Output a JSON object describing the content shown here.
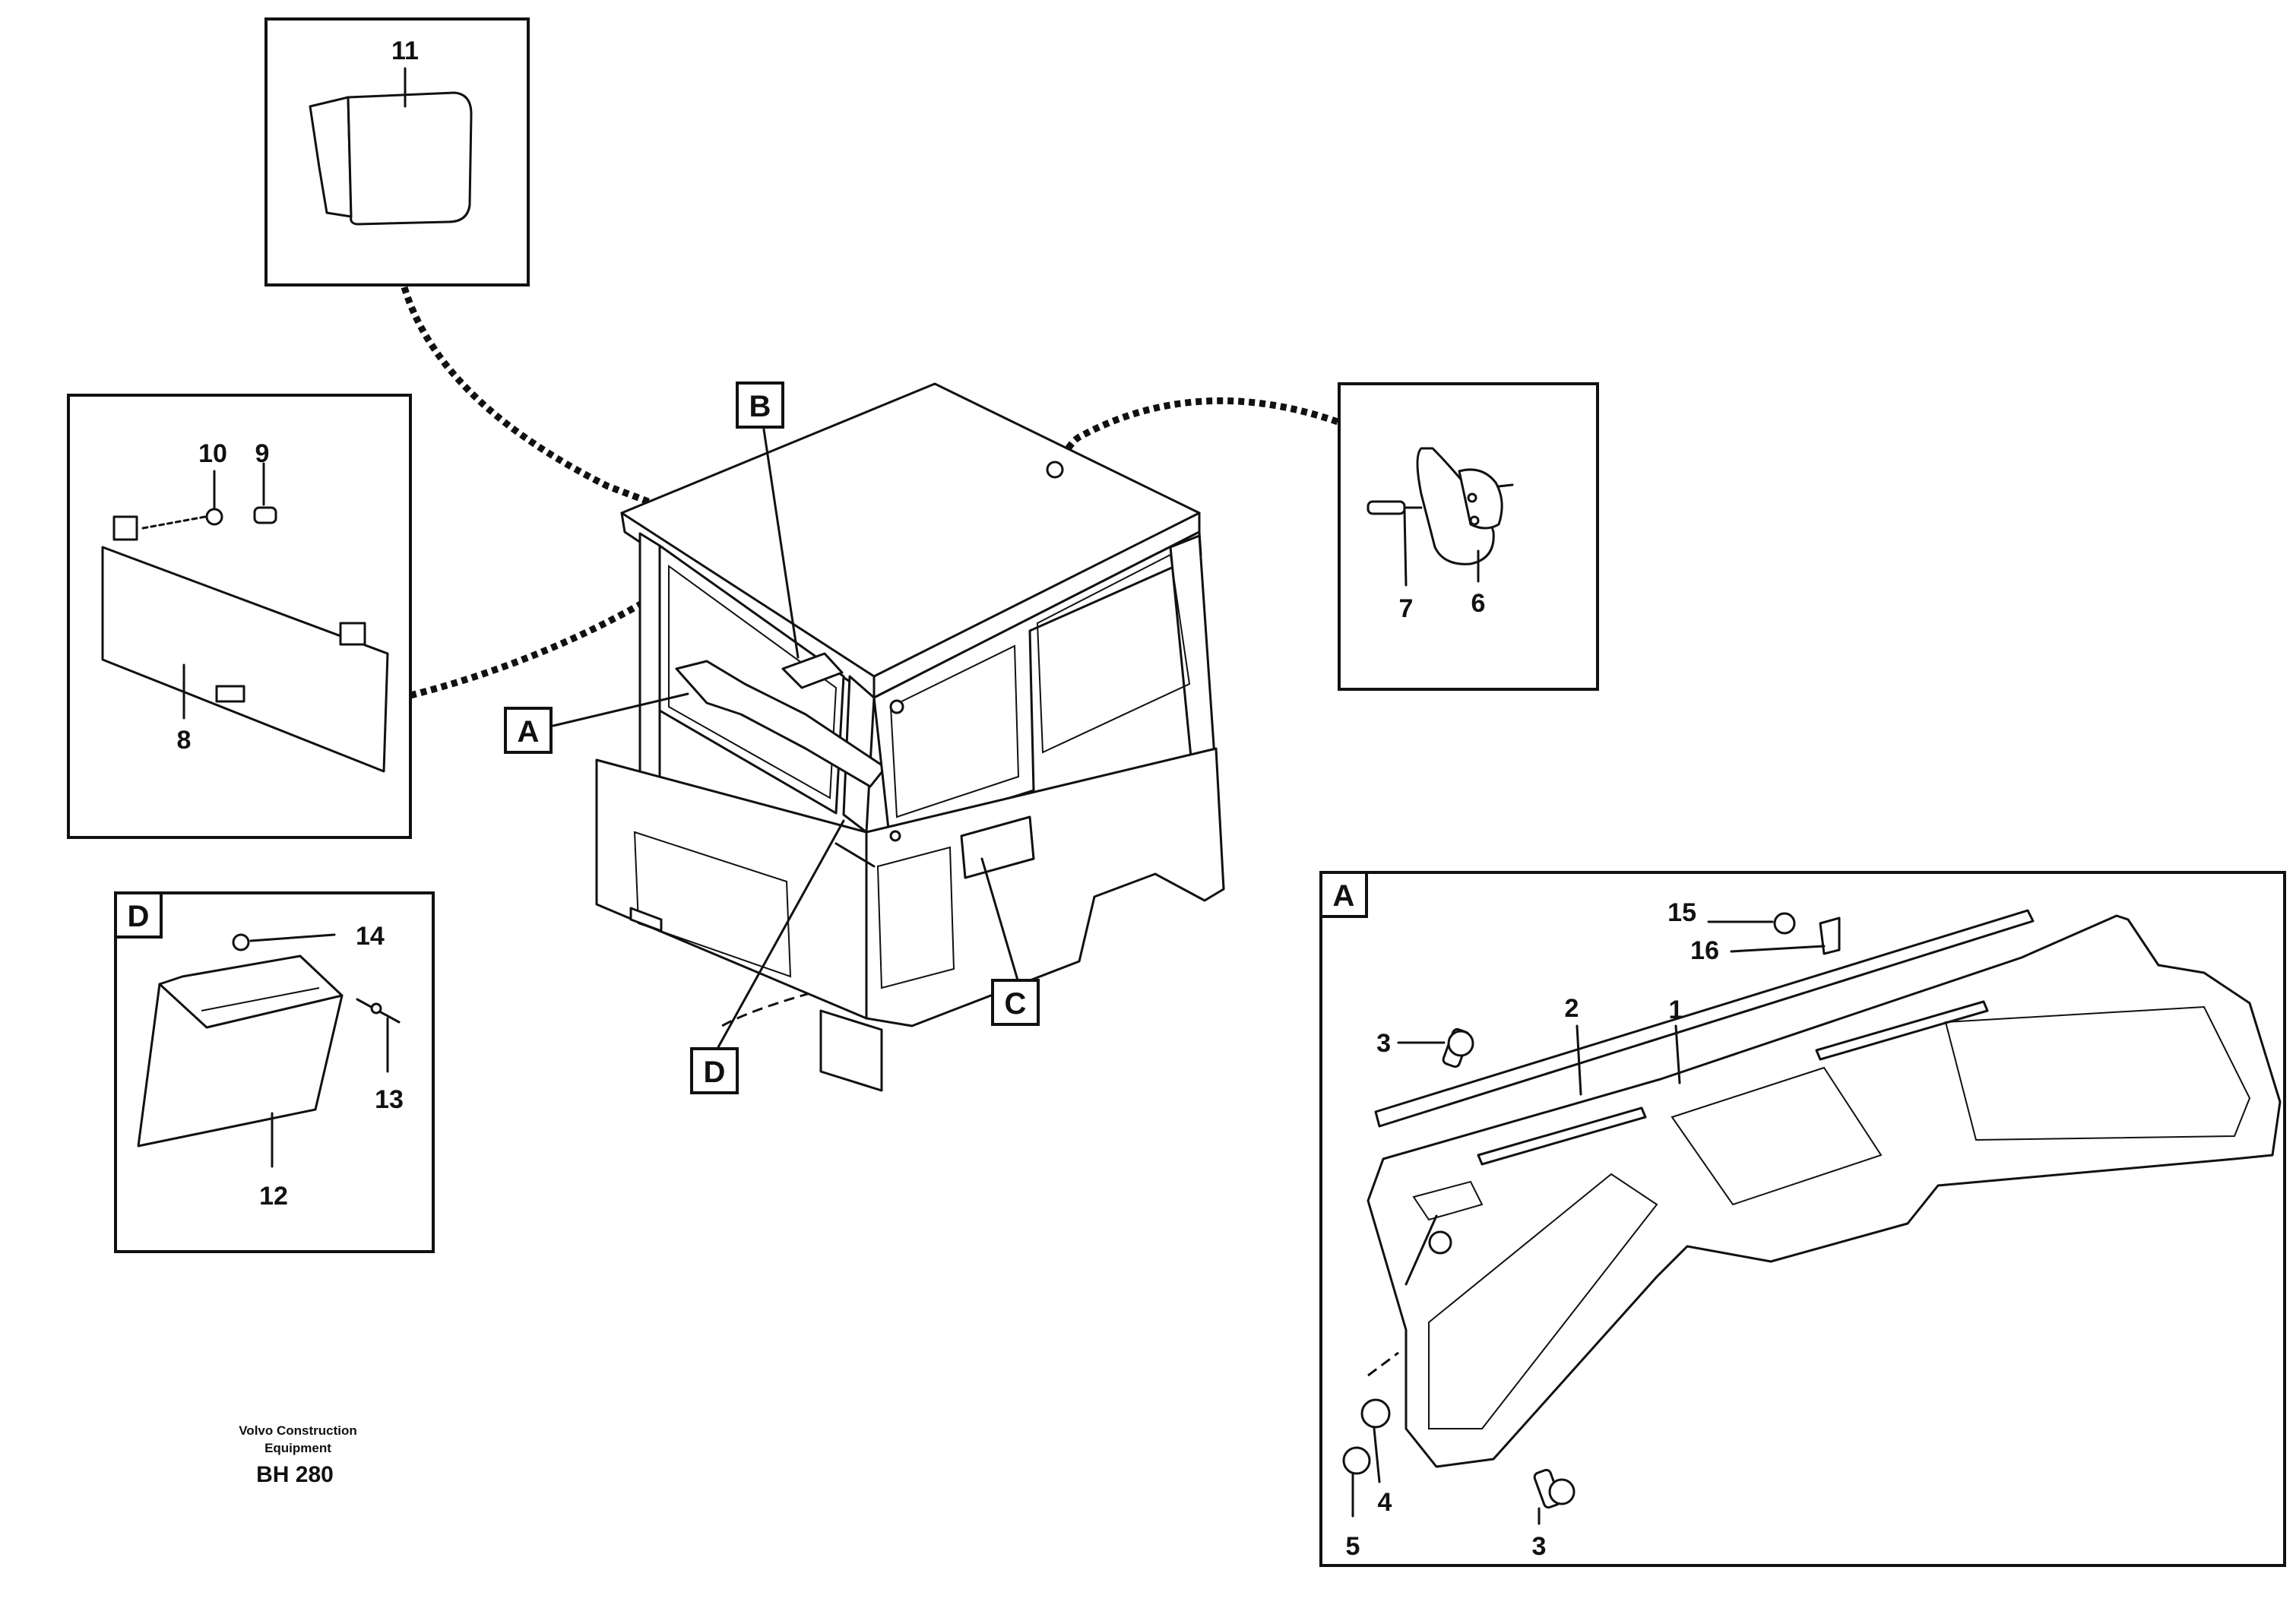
{
  "callouts": {
    "p1": "1",
    "p2": "2",
    "p3a": "3",
    "p3b": "3",
    "p4": "4",
    "p5": "5",
    "p6": "6",
    "p7": "7",
    "p8": "8",
    "p9": "9",
    "p10": "10",
    "p11": "11",
    "p12": "12",
    "p13": "13",
    "p14": "14",
    "p15": "15",
    "p16": "16"
  },
  "view_tags": {
    "A": "A",
    "B": "B",
    "C": "C",
    "D": "D"
  },
  "detail_headers": {
    "A": "A",
    "D": "D"
  },
  "footer": {
    "company_line1": "Volvo Construction",
    "company_line2": "Equipment",
    "code": "BH 280"
  }
}
